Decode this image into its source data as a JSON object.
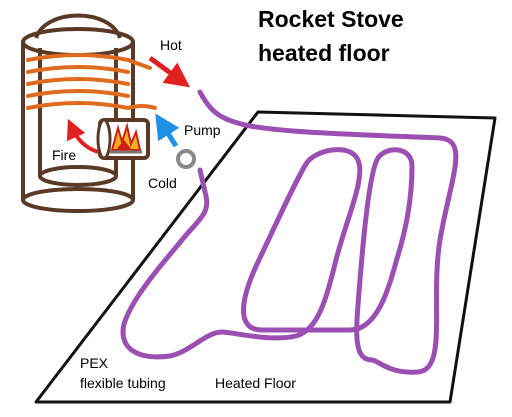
{
  "title_line1": "Rocket Stove",
  "title_line2": "heated floor",
  "labels": {
    "hot": "Hot",
    "pump": "Pump",
    "fire": "Fire",
    "cold": "Cold",
    "pex_line1": "PEX",
    "pex_line2": "flexible tubing",
    "heated_floor": "Heated Floor"
  },
  "colors": {
    "stove": "#5a3a26",
    "coil": "#e06a1e",
    "tubing": "#9b4fb2",
    "hot_arrow": "#e02020",
    "pump_arrow": "#1e90e6",
    "floor_outline": "#111111"
  }
}
